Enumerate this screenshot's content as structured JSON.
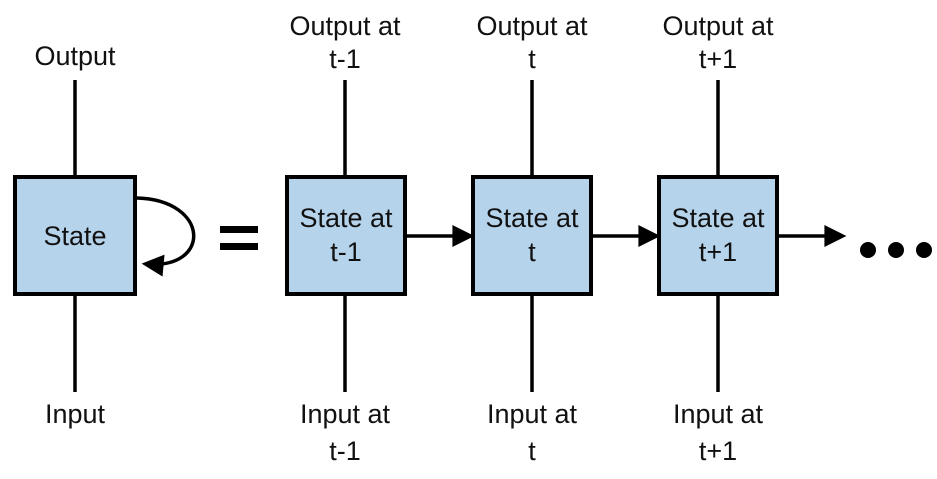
{
  "folded": {
    "output_label": "Output",
    "state_label": "State",
    "input_label": "Input"
  },
  "equals_sign": "=",
  "steps": [
    {
      "output_line1": "Output at",
      "output_line2": "t-1",
      "state_line1": "State at",
      "state_line2": "t-1",
      "input_line1": "Input at",
      "input_line2": "t-1"
    },
    {
      "output_line1": "Output at",
      "output_line2": "t",
      "state_line1": "State at",
      "state_line2": "t",
      "input_line1": "Input at",
      "input_line2": "t"
    },
    {
      "output_line1": "Output at",
      "output_line2": "t+1",
      "state_line1": "State at",
      "state_line2": "t+1",
      "input_line1": "Input at",
      "input_line2": "t+1"
    }
  ],
  "ellipsis": "• • •",
  "colors": {
    "box_fill": "#b6d3ec",
    "stroke": "#000000"
  }
}
